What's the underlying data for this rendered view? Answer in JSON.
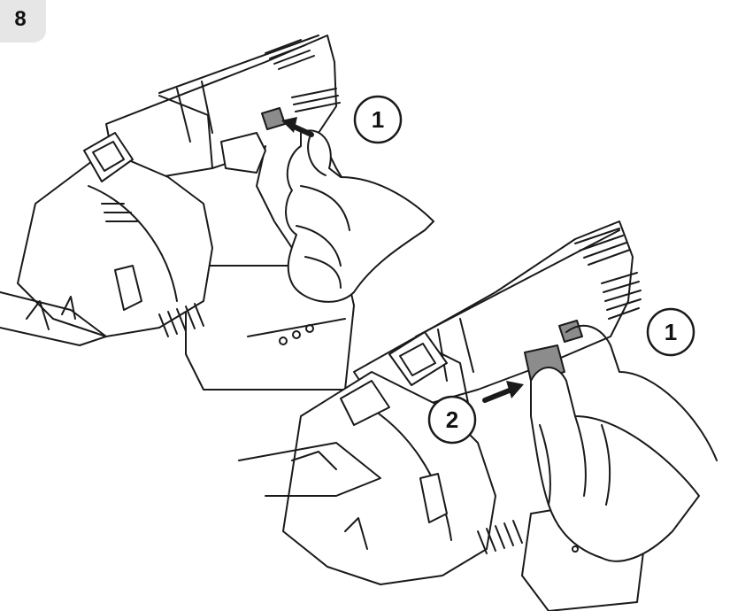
{
  "step": {
    "number": "8"
  },
  "callouts": [
    {
      "label": "1"
    },
    {
      "label": "1"
    },
    {
      "label": "2"
    }
  ],
  "colors": {
    "stroke": "#1a1a1a",
    "highlight": "#8c8c8c",
    "tab": "#e6e6e6"
  }
}
